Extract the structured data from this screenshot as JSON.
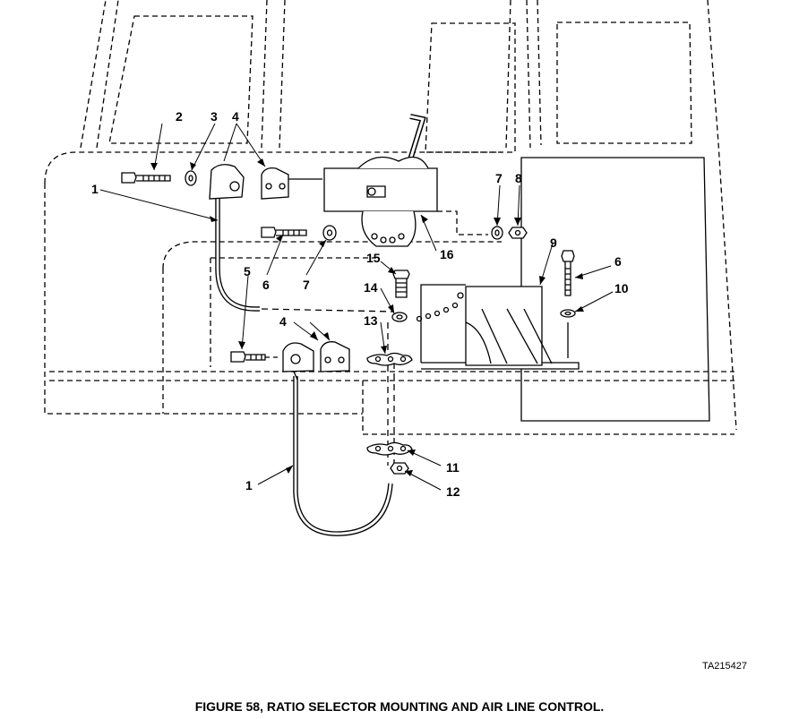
{
  "callouts": {
    "c1a": "1",
    "c1b": "1",
    "c2": "2",
    "c3": "3",
    "c4a": "4",
    "c4b": "4",
    "c5": "5",
    "c6a": "6",
    "c6b": "6",
    "c7a": "7",
    "c7b": "7",
    "c8": "8",
    "c9": "9",
    "c10": "10",
    "c11": "11",
    "c12": "12",
    "c13": "13",
    "c14": "14",
    "c15": "15",
    "c16": "16"
  },
  "ta_number": "TA215427",
  "caption": "FIGURE 58, RATIO SELECTOR MOUNTING AND AIR LINE CONTROL."
}
